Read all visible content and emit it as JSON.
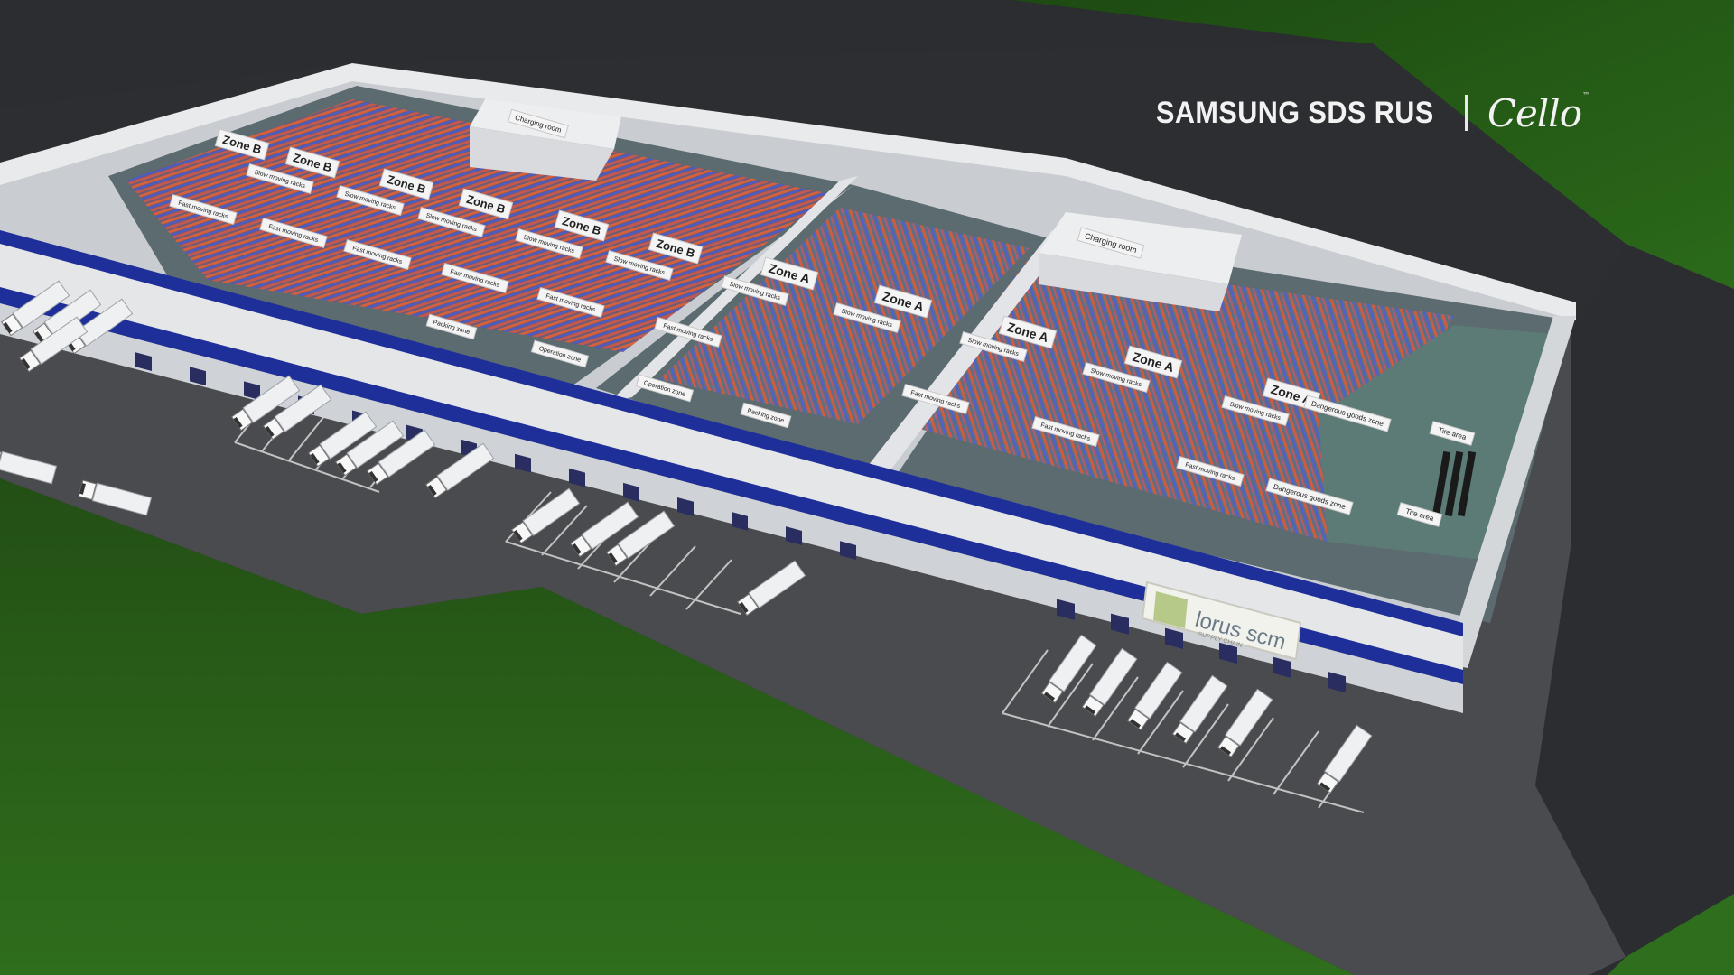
{
  "brand": {
    "company": "SAMSUNG SDS RUS",
    "product": "Cello",
    "trademark": "™"
  },
  "signage": {
    "tenant_logo": "lorus scm",
    "tenant_tagline": "SUPPLY CHAIN"
  },
  "zones": {
    "zone_b": "Zone B",
    "zone_a": "Zone A",
    "slow_moving_racks": "Slow moving racks",
    "fast_moving_racks": "Fast moving racks",
    "charging_room": "Charging room",
    "packing_zone": "Packing zone",
    "operation_zone": "Operation zone",
    "dangerous_goods_zone": "Dangerous goods zone",
    "tire_area": "Tire area"
  },
  "colors": {
    "grass": "#2f6e1c",
    "asphalt": "#4a4b4e",
    "ground_dark": "#2b2d30",
    "wall_white": "#e4e6e8",
    "facade_blue": "#1e2f9a",
    "floor": "#5c6b70",
    "rack_orange": "#d9603a",
    "rack_blue": "#4a5ad0"
  },
  "icons": {
    "truck": "truck-icon"
  }
}
